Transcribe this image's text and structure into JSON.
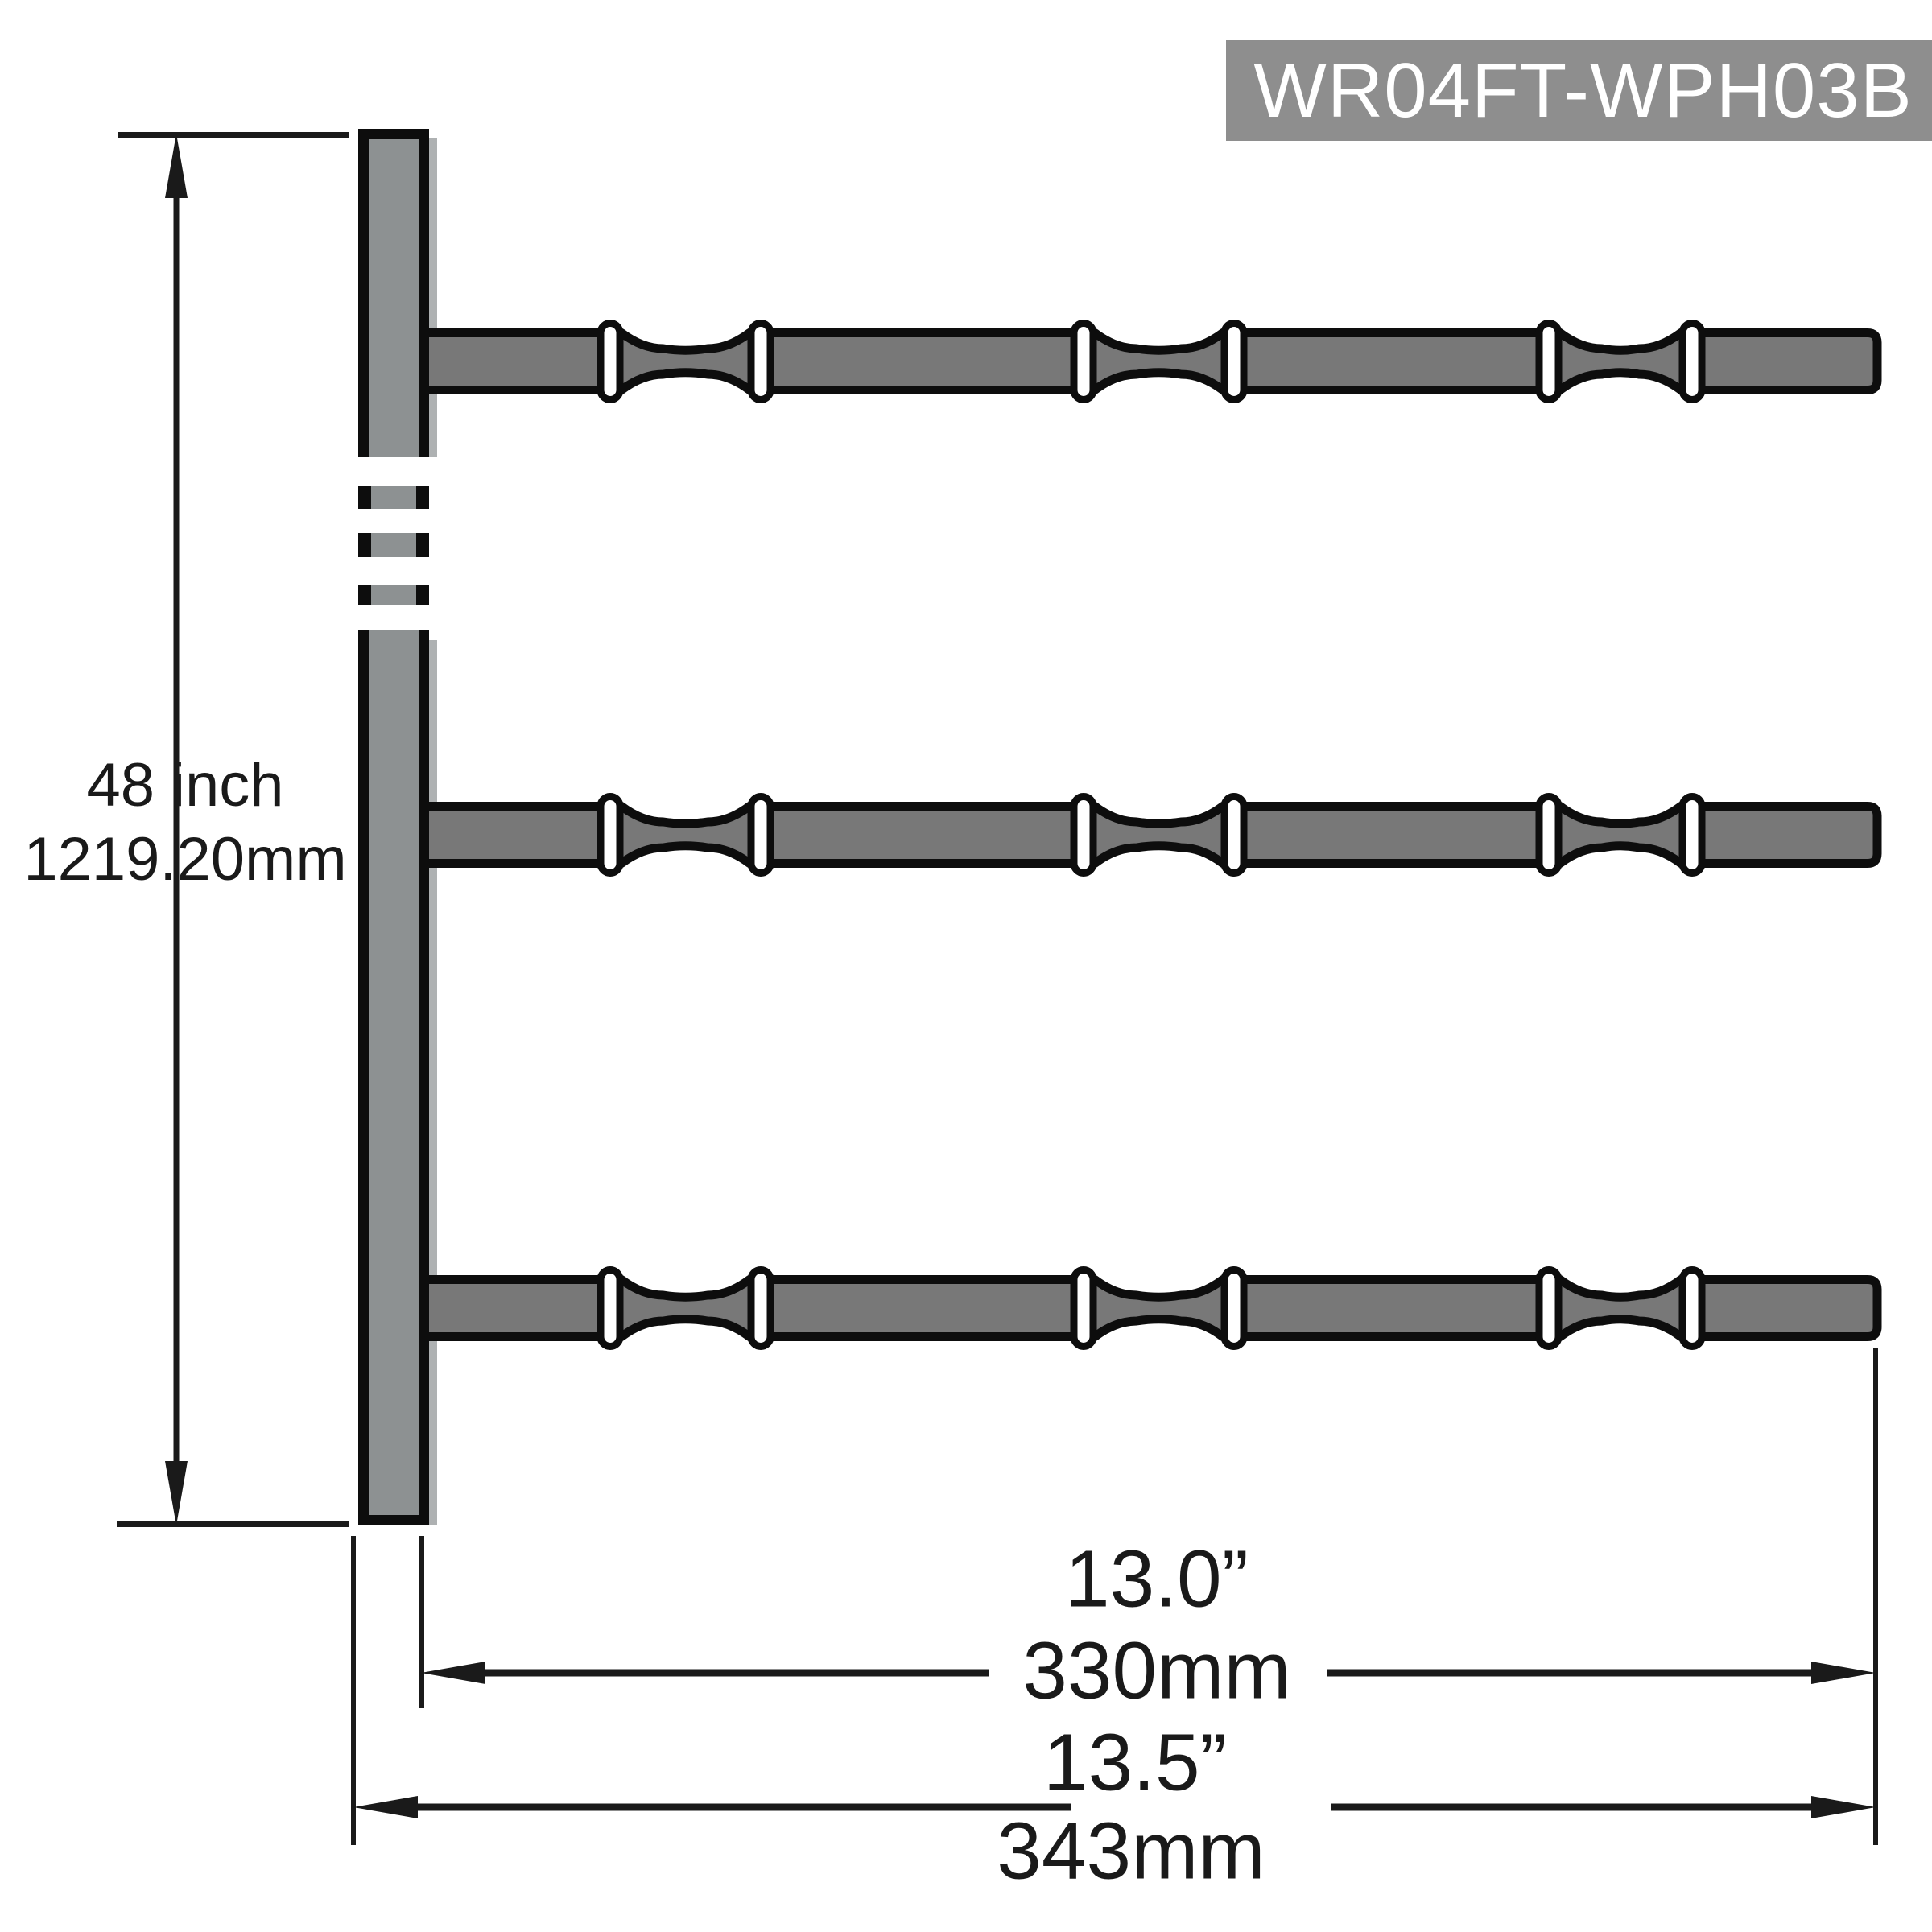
{
  "product_label": "WR04FT-WPH03B",
  "dimensions": {
    "height_imperial": "48 inch",
    "height_metric": "1219.20mm",
    "length_imperial": "13.0”",
    "length_metric": "330mm",
    "depth_imperial": "13.5”",
    "depth_metric": "343mm"
  },
  "colors": {
    "background": "#ffffff",
    "label_bg": "#8e8e8e",
    "label_text": "#ffffff",
    "bar_fill": "#8d9192",
    "rod_fill": "#787878",
    "outline": "#0d0d0d"
  }
}
